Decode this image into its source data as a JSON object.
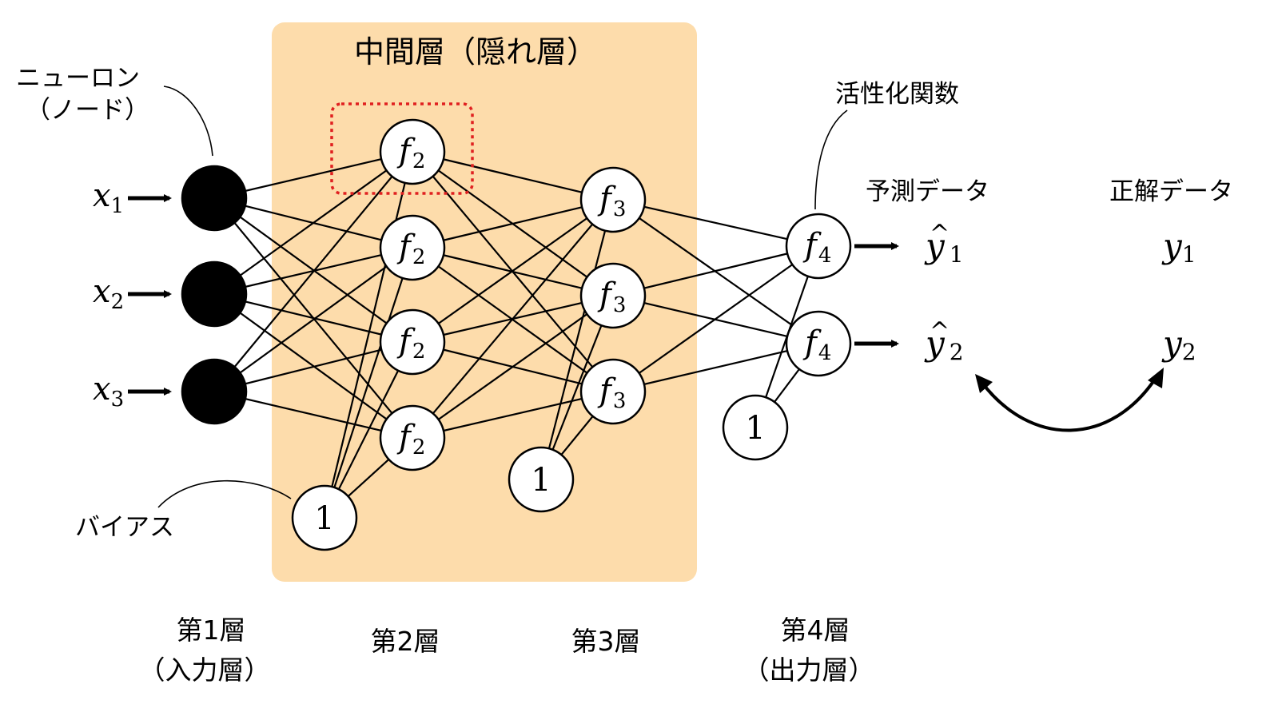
{
  "hidden_region": {
    "title": "中間層（隠れ層）",
    "color": "#fddcab"
  },
  "labels": {
    "neuron_line1": "ニューロン",
    "neuron_line2": "（ノード）",
    "bias": "バイアス",
    "activation": "活性化関数",
    "predicted": "予測データ",
    "ground_truth": "正解データ"
  },
  "layers": [
    {
      "line1": "第1層",
      "line2": "（入力層）"
    },
    {
      "line1": "第2層",
      "line2": ""
    },
    {
      "line1": "第3層",
      "line2": ""
    },
    {
      "line1": "第4層",
      "line2": "（出力層）"
    }
  ],
  "inputs": [
    {
      "symbol": "x",
      "sub": "1"
    },
    {
      "symbol": "x",
      "sub": "2"
    },
    {
      "symbol": "x",
      "sub": "3"
    }
  ],
  "nodes": {
    "layer2": [
      {
        "f": "f",
        "sub": "2"
      },
      {
        "f": "f",
        "sub": "2"
      },
      {
        "f": "f",
        "sub": "2"
      },
      {
        "f": "f",
        "sub": "2"
      }
    ],
    "layer3": [
      {
        "f": "f",
        "sub": "3"
      },
      {
        "f": "f",
        "sub": "3"
      },
      {
        "f": "f",
        "sub": "3"
      }
    ],
    "layer4": [
      {
        "f": "f",
        "sub": "4"
      },
      {
        "f": "f",
        "sub": "4"
      }
    ],
    "bias_value": "1"
  },
  "outputs": {
    "predicted": [
      {
        "hat": "^",
        "symbol": "y",
        "sub": "1"
      },
      {
        "hat": "^",
        "symbol": "y",
        "sub": "2"
      }
    ],
    "actual": [
      {
        "symbol": "y",
        "sub": "1"
      },
      {
        "symbol": "y",
        "sub": "2"
      }
    ]
  },
  "highlight_color": "#e02020"
}
